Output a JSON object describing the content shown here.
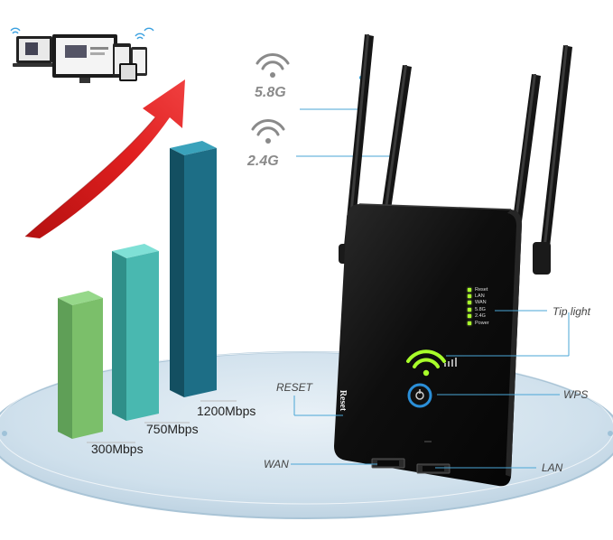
{
  "bands": {
    "band_58": "5.8G",
    "band_24": "2.4G"
  },
  "speeds": {
    "low": "300Mbps",
    "mid": "750Mbps",
    "high": "1200Mbps"
  },
  "callouts": {
    "tip_light": "Tip light",
    "wps": "WPS",
    "reset": "RESET",
    "wan": "WAN",
    "lan": "LAN"
  },
  "device": {
    "reset_button_text": "Reset",
    "leds": [
      "Reset",
      "LAN",
      "WAN",
      "5.8G",
      "2.4G",
      "Power"
    ]
  },
  "colors": {
    "bar_green": "#7bbf6a",
    "bar_teal": "#49b8b0",
    "bar_blue": "#1d6e86",
    "arrow_red": "#d41f1f",
    "platform": "#c9dce8",
    "led_green": "#a8ff2a",
    "wps_ring": "#2b8fd8"
  }
}
